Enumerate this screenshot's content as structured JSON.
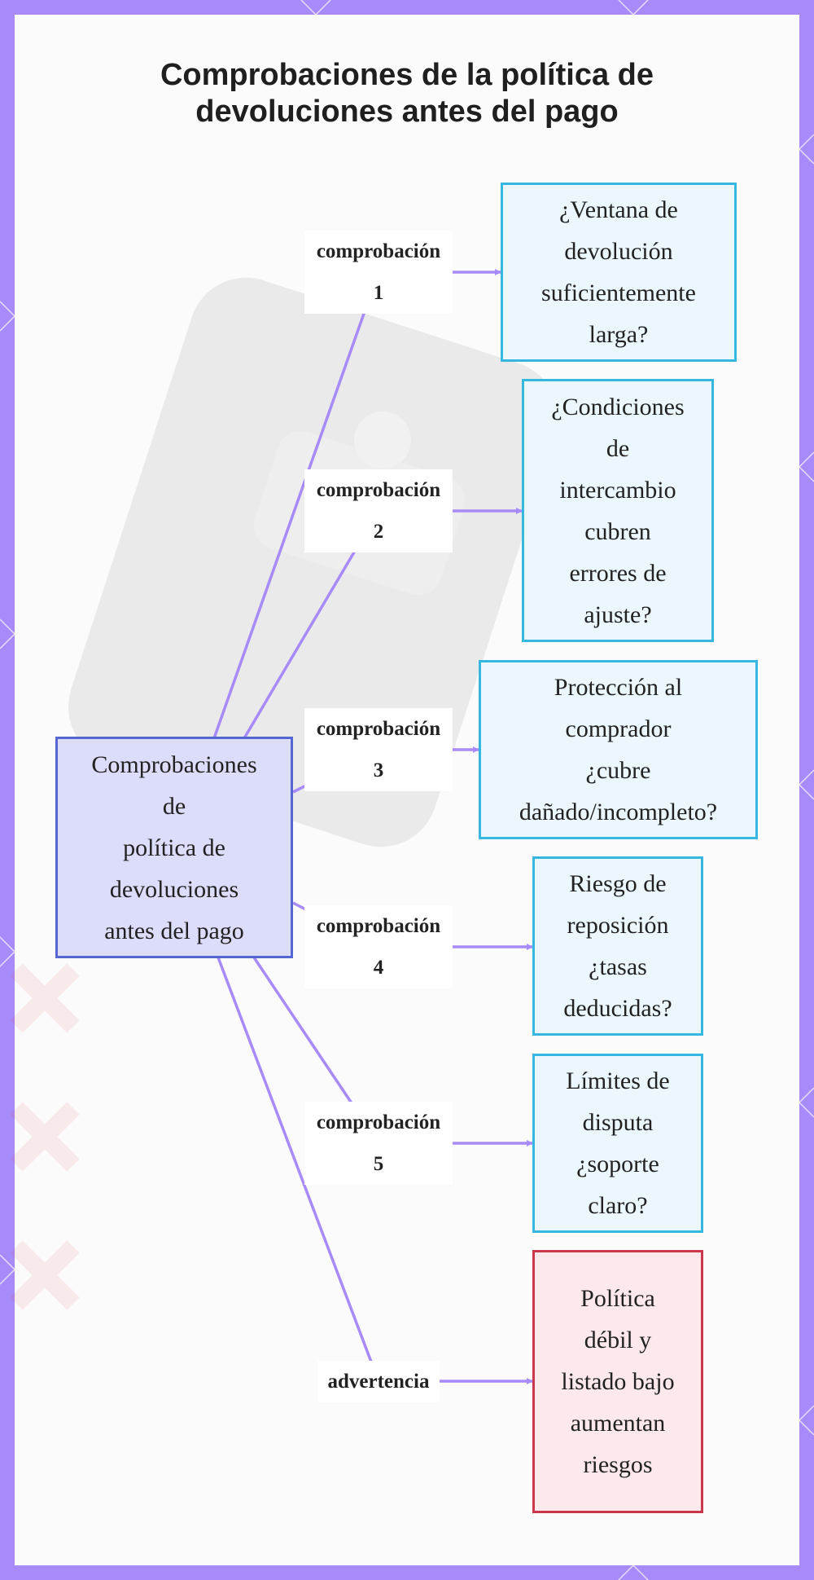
{
  "title": "Comprobaciones de la política de\ndevoluciones antes del pago",
  "colors": {
    "frame": "#a78bfa",
    "edge": "#a78bfa",
    "root_fill": "#dcdcfb",
    "root_border": "#5566d0",
    "check_fill": "#ebf7fd",
    "check_border": "#36b7e0",
    "warning_fill": "#fde9ec",
    "warning_border": "#c8374c"
  },
  "root": {
    "label": "Comprobaciones\nde\npolítica de\ndevoluciones\nantes del pago"
  },
  "branches": [
    {
      "edge_label": "comprobación\n1",
      "node": "¿Ventana de\ndevolución\nsuficientemente\nlarga?",
      "kind": "check"
    },
    {
      "edge_label": "comprobación\n2",
      "node": "¿Condiciones\nde\nintercambio\ncubren\nerrores de\najuste?",
      "kind": "check"
    },
    {
      "edge_label": "comprobación\n3",
      "node": "Protección al\ncomprador\n¿cubre\ndañado/incompleto?",
      "kind": "check"
    },
    {
      "edge_label": "comprobación\n4",
      "node": "Riesgo de\nreposición\n¿tasas\ndeducidas?",
      "kind": "check"
    },
    {
      "edge_label": "comprobación\n5",
      "node": "Límites de\ndisputa\n¿soporte\nclaro?",
      "kind": "check"
    },
    {
      "edge_label": "advertencia",
      "node": "Política\ndébil y\nlistado bajo\naumentan\nriesgos",
      "kind": "warning"
    }
  ]
}
